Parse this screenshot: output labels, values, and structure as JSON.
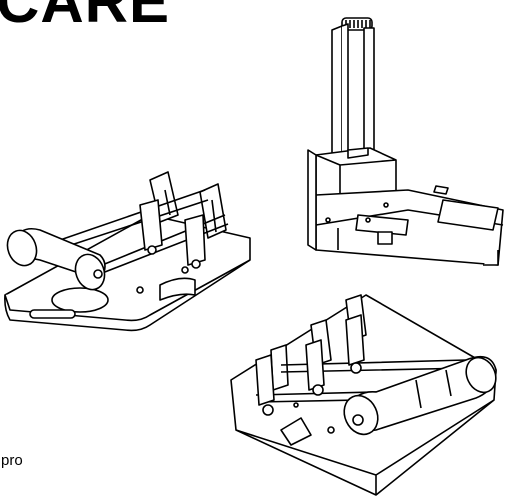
{
  "heading": "CARE",
  "caption": "pro",
  "colors": {
    "ink": "#000000",
    "paper": "#ffffff"
  },
  "illustrations": [
    {
      "name": "two-hole-punch-illustration",
      "icon": "hole-punch"
    },
    {
      "name": "corner-punch-tool-illustration",
      "icon": "corner-punch"
    },
    {
      "name": "three-hole-punch-illustration",
      "icon": "hole-punch"
    }
  ]
}
